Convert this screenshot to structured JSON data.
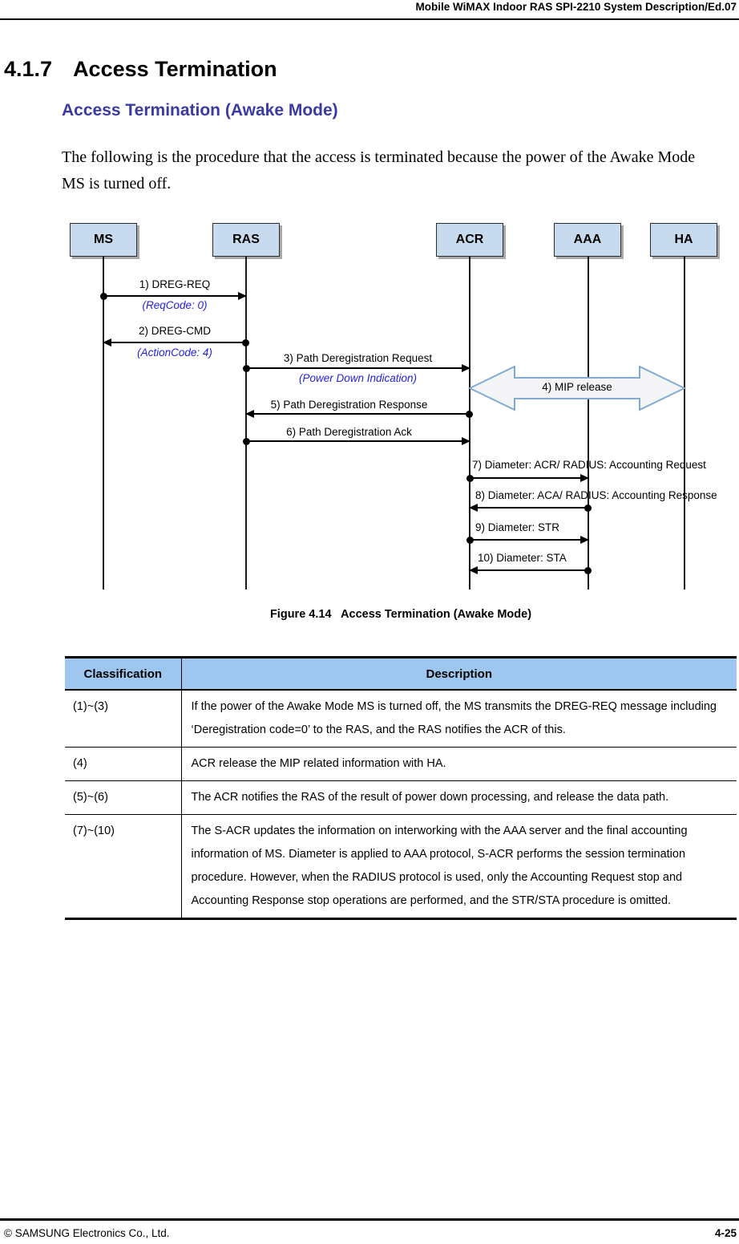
{
  "page": {
    "header": {
      "title": "Mobile WiMAX Indoor RAS SPI-2210 System Description/Ed.07"
    },
    "section": {
      "number": "4.1.7",
      "title": "Access Termination"
    },
    "subsection": {
      "title": "Access Termination (Awake Mode)"
    },
    "intro": "The following is the procedure that the access is terminated because the power of the Awake Mode MS is turned off.",
    "figure": {
      "caption": "Figure 4.14   Access Termination (Awake Mode)"
    },
    "footer": {
      "copyright": "© SAMSUNG Electronics Co., Ltd.",
      "page_number": "4-25"
    }
  },
  "diagram": {
    "entities": [
      {
        "name": "MS"
      },
      {
        "name": "RAS"
      },
      {
        "name": "ACR"
      },
      {
        "name": "AAA"
      },
      {
        "name": "HA"
      }
    ],
    "messages": [
      {
        "label": "1) DREG-REQ",
        "param": "(ReqCode: 0)",
        "from": "MS",
        "to": "RAS"
      },
      {
        "label": "2) DREG-CMD",
        "param": "(ActionCode: 4)",
        "from": "RAS",
        "to": "MS"
      },
      {
        "label": "3) Path Deregistration Request",
        "param": "(Power Down Indication)",
        "from": "RAS",
        "to": "ACR"
      },
      {
        "label": "4) MIP release",
        "from": "ACR",
        "to": "HA",
        "style": "double-block-arrow"
      },
      {
        "label": "5) Path Deregistration Response",
        "from": "ACR",
        "to": "RAS"
      },
      {
        "label": "6) Path Deregistration Ack",
        "from": "RAS",
        "to": "ACR"
      },
      {
        "label": "7) Diameter: ACR/ RADIUS: Accounting Request",
        "from": "ACR",
        "to": "AAA"
      },
      {
        "label": "8) Diameter: ACA/ RADIUS: Accounting Response",
        "from": "AAA",
        "to": "ACR"
      },
      {
        "label": "9) Diameter: STR",
        "from": "ACR",
        "to": "AAA"
      },
      {
        "label": "10) Diameter: STA",
        "from": "AAA",
        "to": "ACR"
      }
    ]
  },
  "table": {
    "headers": [
      "Classification",
      "Description"
    ],
    "rows": [
      {
        "classification": "(1)~(3)",
        "description": "If the power of the Awake Mode MS is turned off, the MS transmits the DREG-REQ message including ‘Deregistration code=0’ to the RAS, and the RAS notifies the ACR of this."
      },
      {
        "classification": "(4)",
        "description": "ACR release the MIP related information with HA."
      },
      {
        "classification": "(5)~(6)",
        "description": "The ACR notifies the RAS of the result of power down processing, and release the data path."
      },
      {
        "classification": "(7)~(10)",
        "description": "The S-ACR updates the information on interworking with the AAA server and the final accounting information of MS. Diameter is applied to AAA protocol, S-ACR performs the session termination procedure. However, when the RADIUS protocol is used, only the Accounting Request stop and Accounting Response stop operations are performed, and the STR/STA procedure is omitted."
      }
    ]
  },
  "colors": {
    "heading_blue": "#3A3AA5",
    "message_param_blue": "#2222DD",
    "entity_box_fill": "#C8DBEE",
    "table_header_fill": "#9EC7EF",
    "mip_arrow_fill": "#F4F4F6",
    "mip_arrow_border": "#82AAD2"
  }
}
